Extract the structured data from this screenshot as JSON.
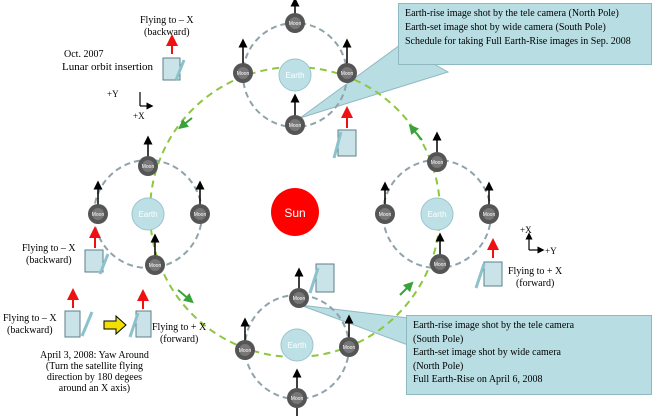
{
  "sun_label": "Sun",
  "earth_label": "Earth",
  "moon_label": "Moon",
  "axes_top_left": {
    "y": "+Y",
    "x": "+X"
  },
  "axes_right": {
    "x": "+X",
    "y": "+Y"
  },
  "insertion": {
    "line1": "Oct. 2007",
    "line2": "Lunar orbit insertion"
  },
  "labels": {
    "fly_back_top": {
      "line1": "Flying to – X",
      "line2": "(backward)"
    },
    "fly_back_left": {
      "line1": "Flying to – X",
      "line2": "(backward)"
    },
    "fly_back_bottom": {
      "line1": "Flying to – X",
      "line2": "(backward)"
    },
    "fly_fwd_right": {
      "line1": "Flying to + X",
      "line2": "(forward)"
    },
    "fly_fwd_bottom": {
      "line1": "Flying to + X",
      "line2": "(forward)"
    }
  },
  "yaw": {
    "line1": "April 3, 2008: Yaw Around",
    "line2": "(Turn the satellite flying",
    "line3": "direction by 180 degees",
    "line4": "around an X axis)"
  },
  "callout_top": {
    "line1": "Earth-rise image shot by the tele camera (North Pole)",
    "line2": "Earth-set image shot by wide camera (South Pole)",
    "line3": "Schedule for taking Full Earth-Rise images in Sep. 2008"
  },
  "callout_bottom": {
    "line1": "Earth-rise image shot by the tele camera",
    "line2": "(South Pole)",
    "line3": "Earth-set image shot by wide camera",
    "line4": "(North Pole)",
    "line5": "Full Earth-Rise on April 6, 2008"
  },
  "colors": {
    "sun": "#ff0000",
    "earth": "#bde0e6",
    "moon": "#555555",
    "orbit_main": "#8dc63f",
    "orbit_lunar": "#8fa3ab",
    "arrow_red": "#ee1111",
    "callout_bg": "#b8dde3",
    "yaw_arrow": "#f2e000"
  }
}
